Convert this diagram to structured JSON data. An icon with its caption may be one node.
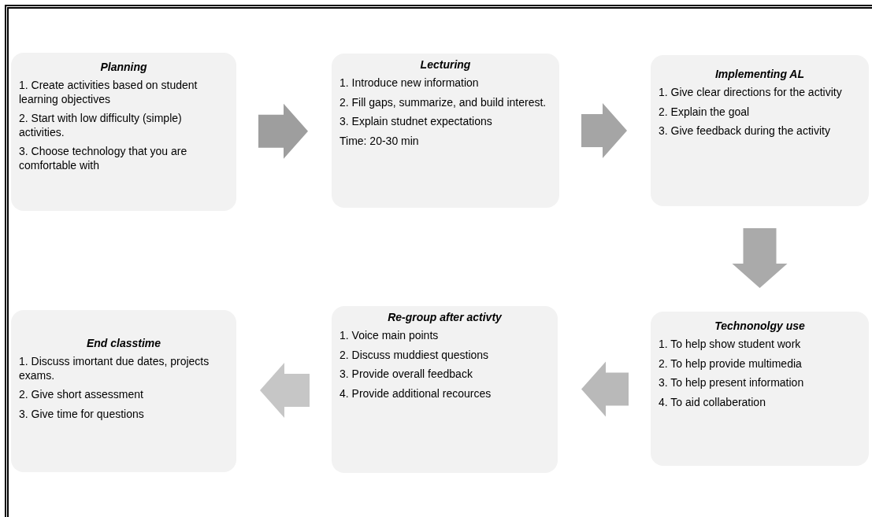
{
  "diagram": {
    "nodes": [
      {
        "text": [
          "Planning",
          "1. Create activities based on student learning objectives",
          "2. Start with low difficulty (simple) activities.",
          "3. Choose technology that you are comfortable with"
        ]
      },
      {
        "text": [
          "Lecturing",
          "1. Introduce new information",
          "2. Fill gaps, summarize, and build interest.",
          "3. Explain studnet expectations",
          "Time: 20-30 min"
        ]
      },
      {
        "text": [
          "Implementing AL",
          "1. Give clear directions for the activity",
          "2. Explain the goal",
          "3. Give feedback during the activity"
        ]
      },
      {
        "text": [
          "Technonolgy use",
          "1. To help show student work",
          "2. To help provide multimedia",
          "3. To help present information",
          "4. To aid collaberation"
        ]
      },
      {
        "text": [
          "Re-group after activty",
          "1. Voice main points",
          "2. Discuss muddiest questions",
          "3. Provide overall feedback",
          "4. Provide additional recources"
        ]
      },
      {
        "text": [
          "End classtime",
          "1. Discuss imortant due dates, projects exams.",
          "2. Give short assessment",
          "3. Give time for questions"
        ]
      }
    ],
    "edges": [
      {
        "from": 0,
        "to": 1,
        "arrow": "to",
        "color": "#9e9e9e"
      },
      {
        "from": 1,
        "to": 2,
        "arrow": "to",
        "color": "#a5a5a5"
      },
      {
        "from": 2,
        "to": 3,
        "arrow": "to",
        "color": "#aaaaaa"
      },
      {
        "from": 3,
        "to": 4,
        "arrow": "to",
        "color": "#b9b9b9"
      },
      {
        "from": 4,
        "to": 5,
        "arrow": "to",
        "color": "#c6c6c6"
      }
    ]
  }
}
